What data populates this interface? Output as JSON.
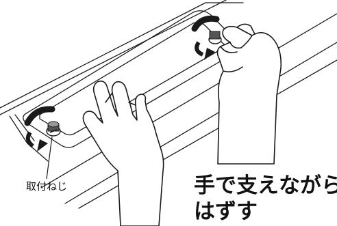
{
  "labels": {
    "screw": "取付ねじ",
    "instruction_line1": "手で支えながら",
    "instruction_line2": "はずす"
  },
  "icons": [
    "rotate-arrow-icon",
    "screw-icon",
    "hand-icon"
  ],
  "colors": {
    "line": "#1a1a1a",
    "arrow_fill": "#1a1a1a",
    "background": "#ffffff"
  }
}
